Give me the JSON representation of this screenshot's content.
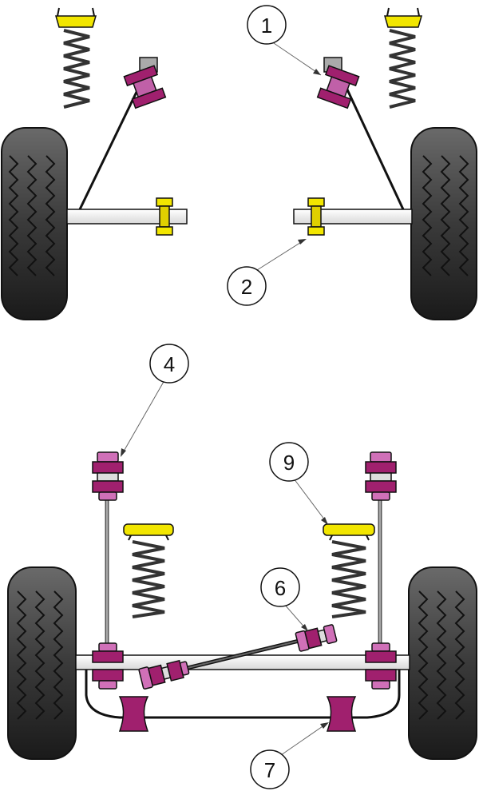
{
  "callouts": [
    {
      "id": "c1",
      "label": "1"
    },
    {
      "id": "c2",
      "label": "2"
    },
    {
      "id": "c4",
      "label": "4"
    },
    {
      "id": "c9",
      "label": "9"
    },
    {
      "id": "c6",
      "label": "6"
    },
    {
      "id": "c7",
      "label": "7"
    }
  ],
  "colors": {
    "bush_purple": "#a0206e",
    "bush_purple_light": "#d070b8",
    "bush_yellow": "#f2e600",
    "bush_yellow_dark": "#c8b800",
    "tyre_dark": "#2a2a2a",
    "tyre_mid": "#4a4a4a",
    "tyre_light": "#707070",
    "spring": "#444444",
    "beam": "#f0f0f0",
    "outline": "#111111"
  },
  "icons": [
    "tyre",
    "coil-spring",
    "polyurethane-bush",
    "drop-link",
    "anti-roll-bar",
    "rear-beam"
  ]
}
